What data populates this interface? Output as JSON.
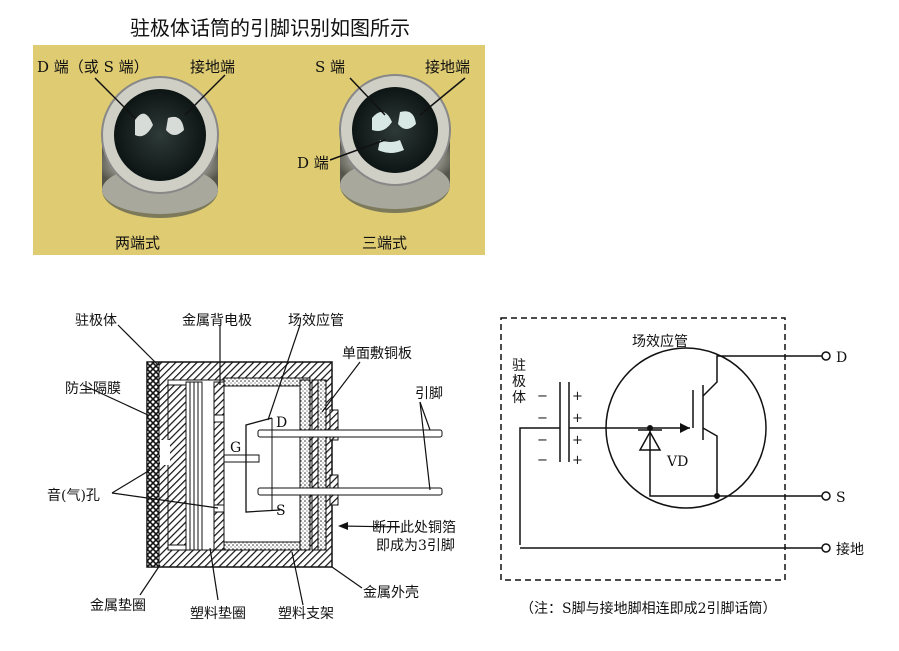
{
  "title": "驻极体话筒的引脚识别如图所示",
  "photo": {
    "left_pin1": "D 端（或 S 端）",
    "left_pin2": "接地端",
    "left_caption": "两端式",
    "right_pin_s": "S 端",
    "right_pin_gnd": "接地端",
    "right_pin_d": "D 端",
    "right_caption": "三端式"
  },
  "structure": {
    "electret": "驻极体",
    "back_plate": "金属背电极",
    "fet": "场效应管",
    "pcb": "单面敷铜板",
    "dust_film": "防尘隔膜",
    "pins": "引脚",
    "sound_hole": "音(气)孔",
    "g": "G",
    "d": "D",
    "s": "S",
    "break_note_1": "断开此处铜箔",
    "break_note_2": "即成为3引脚",
    "metal_washer": "金属垫圈",
    "plastic_washer": "塑料垫圈",
    "plastic_frame": "塑料支架",
    "metal_shell": "金属外壳"
  },
  "circuit": {
    "fet": "场效应管",
    "electret": [
      "驻",
      "极",
      "体"
    ],
    "vd": "VD",
    "d": "D",
    "s": "S",
    "gnd": "接地",
    "note": "（注：S脚与接地脚相连即成2引脚话筒）"
  }
}
